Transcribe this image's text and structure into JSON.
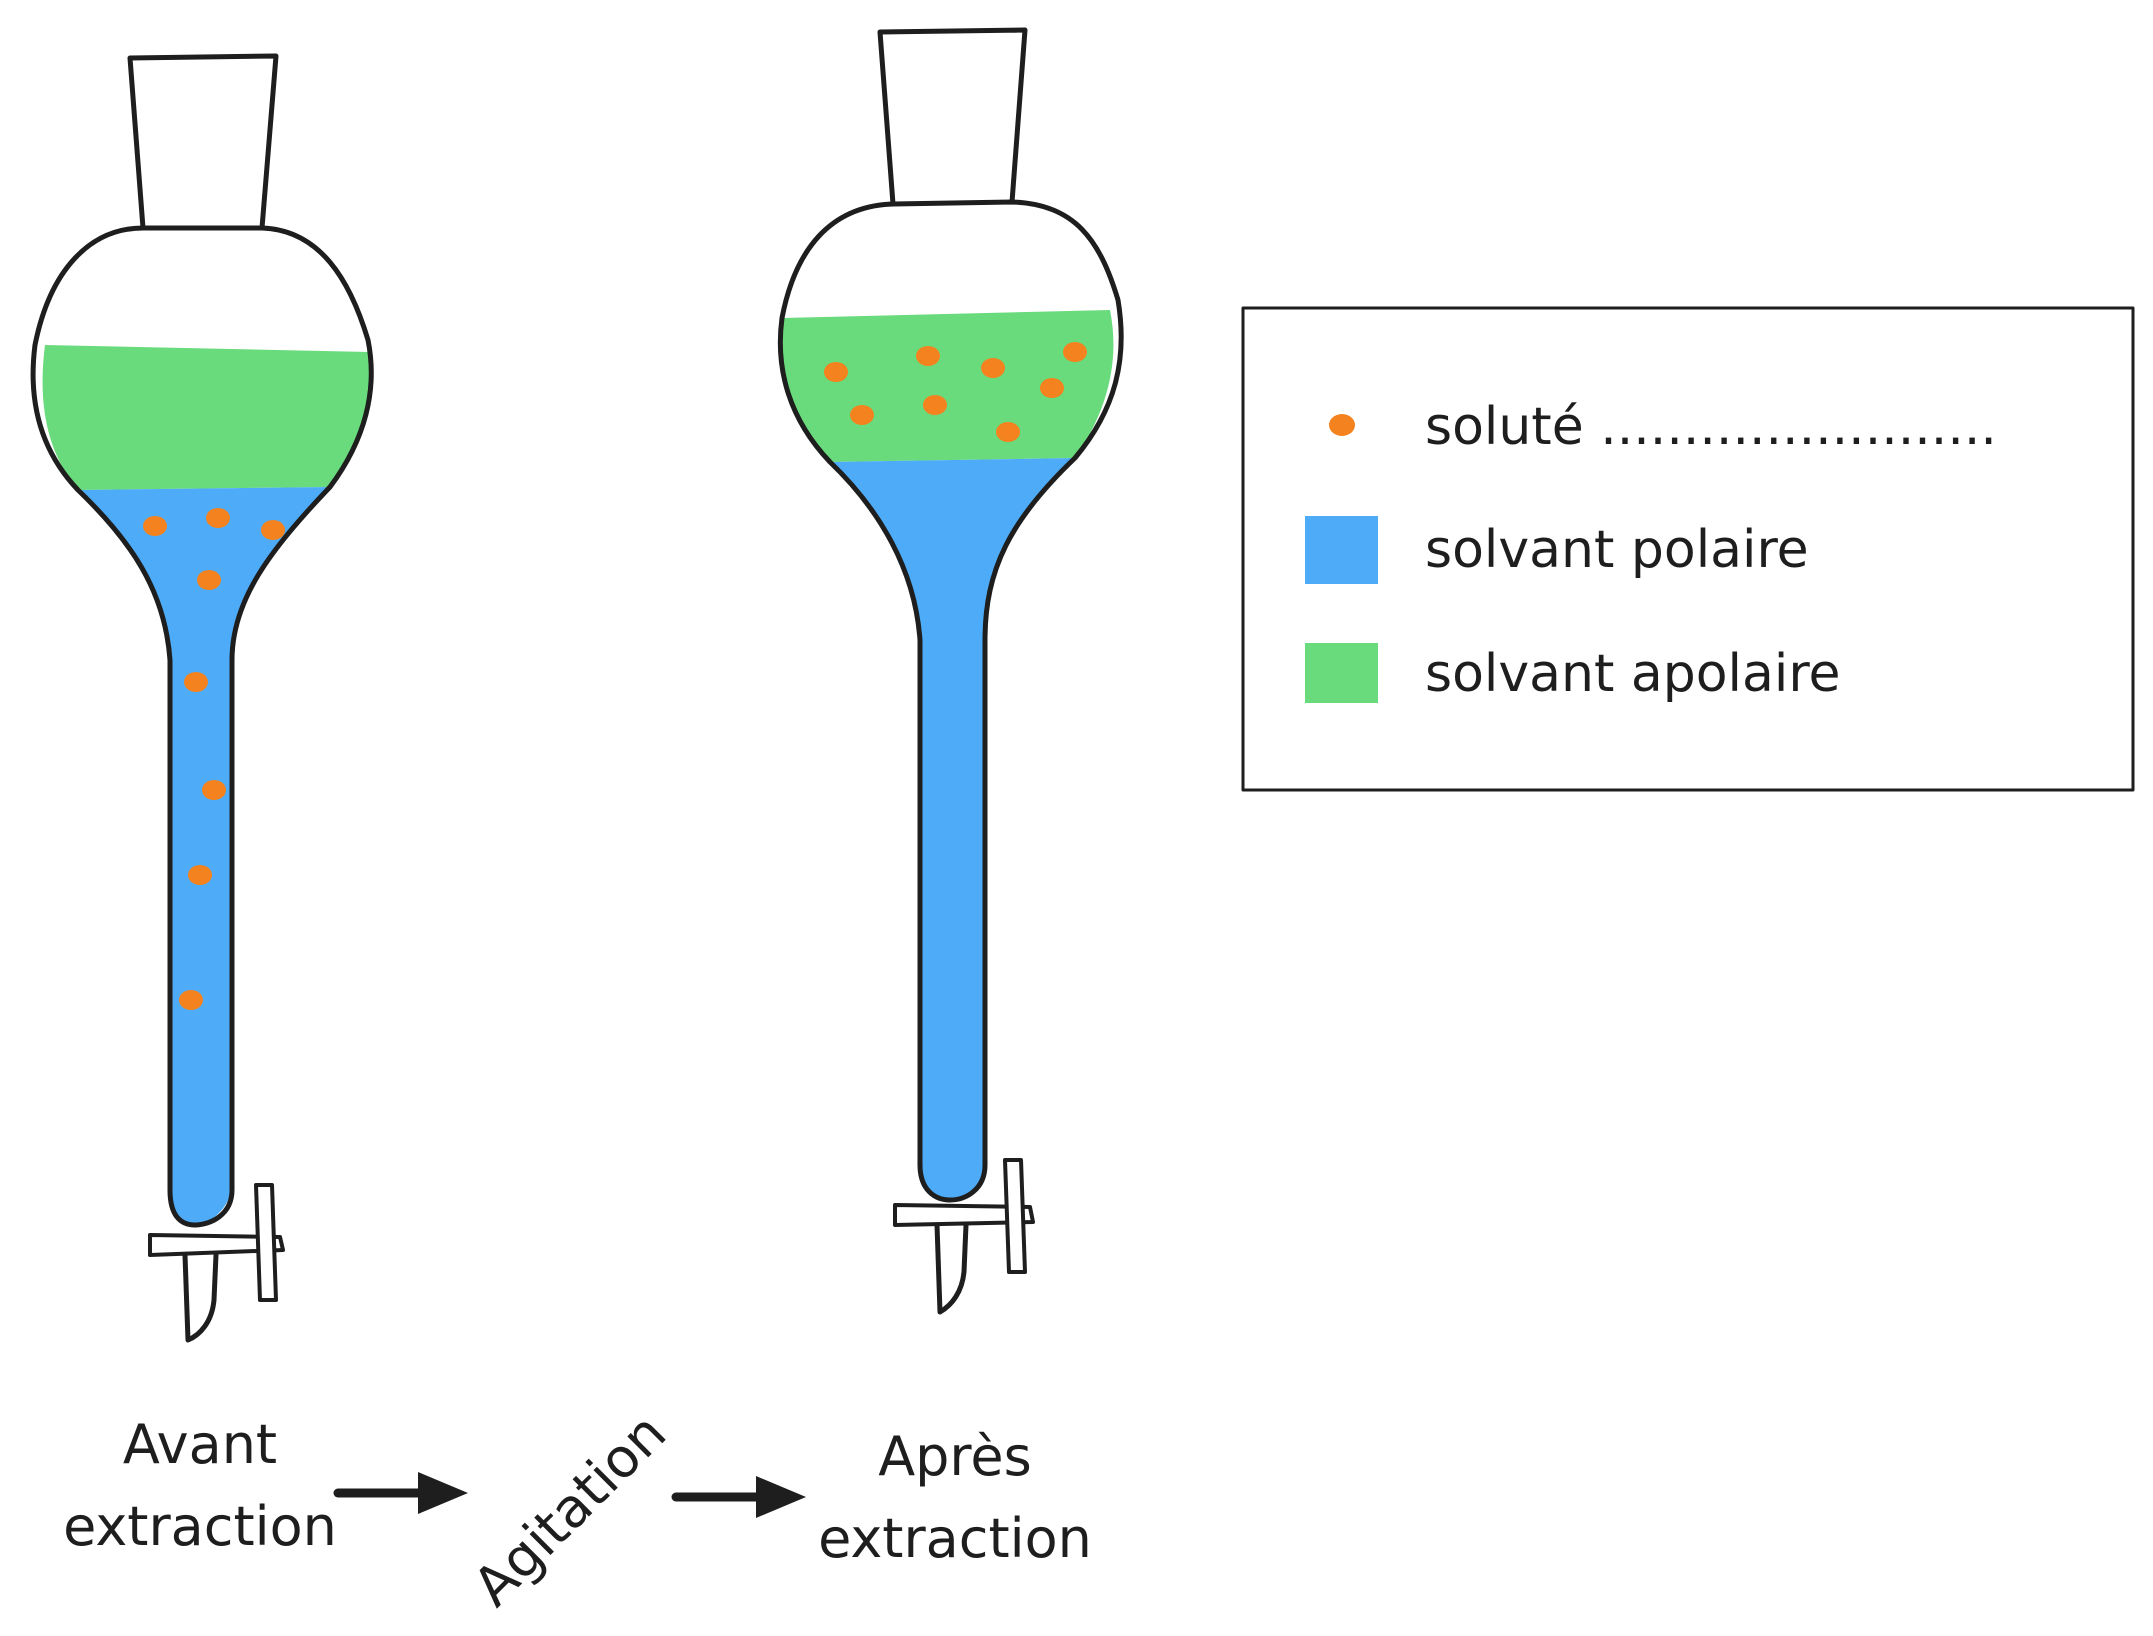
{
  "stages": {
    "before_line1": "Avant",
    "before_line2": "extraction",
    "agitation": "Agitation",
    "after_line1": "Après",
    "after_line2": "extraction"
  },
  "legend": {
    "items": [
      {
        "label": "soluté ........................",
        "swatch": "dot",
        "color": "#f4831f"
      },
      {
        "label": "solvant polaire",
        "swatch": "square",
        "color": "#4dabf7"
      },
      {
        "label": "solvant apolaire",
        "swatch": "square",
        "color": "#69db7c"
      }
    ]
  },
  "colors": {
    "ink": "#1e1e1e",
    "polar_solvent": "#4dabf7",
    "apolar_solvent": "#69db7c",
    "solute": "#f4831f"
  }
}
